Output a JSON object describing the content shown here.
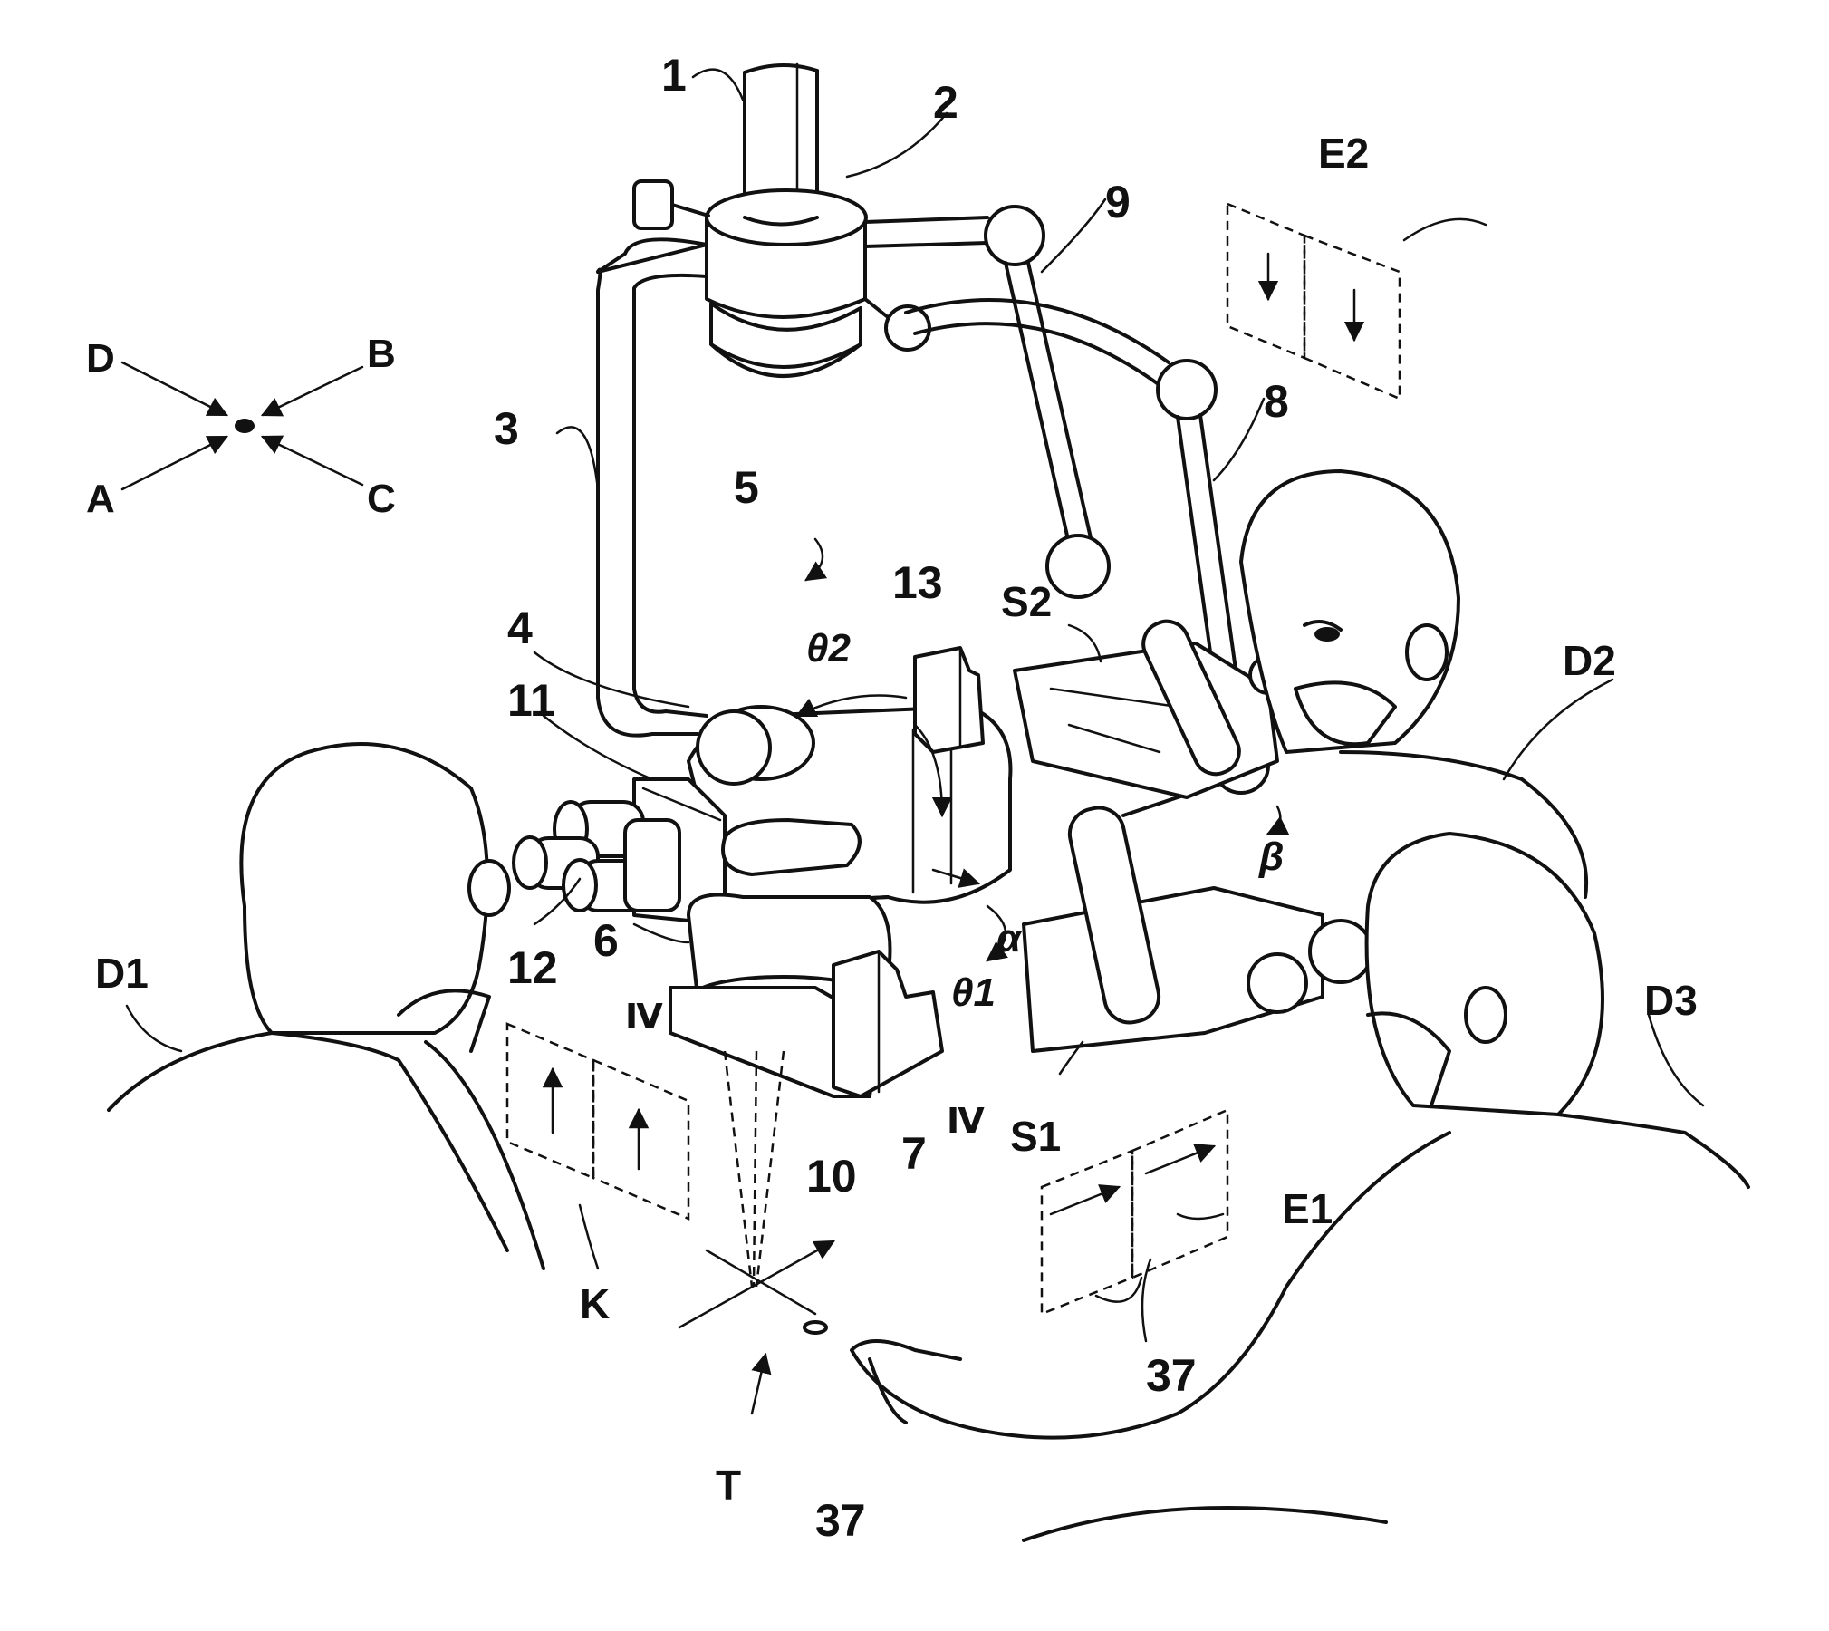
{
  "labels": {
    "l1": "1",
    "l2": "2",
    "l3": "3",
    "l4": "4",
    "l5": "5",
    "l6": "6",
    "l7": "7",
    "l8": "8",
    "l9": "9",
    "l10": "10",
    "l11": "11",
    "l12": "12",
    "l13": "13",
    "l37a": "37",
    "l37b": "37",
    "D": "D",
    "B": "B",
    "A": "A",
    "C": "C",
    "D1": "D1",
    "D2": "D2",
    "D3": "D3",
    "E1": "E1",
    "E2": "E2",
    "S1": "S1",
    "S2": "S2",
    "K": "K",
    "T": "T",
    "theta1": "θ1",
    "theta2": "θ2",
    "alpha": "α",
    "beta": "β",
    "IVa": "Ⅳ",
    "IVb": "Ⅳ"
  }
}
